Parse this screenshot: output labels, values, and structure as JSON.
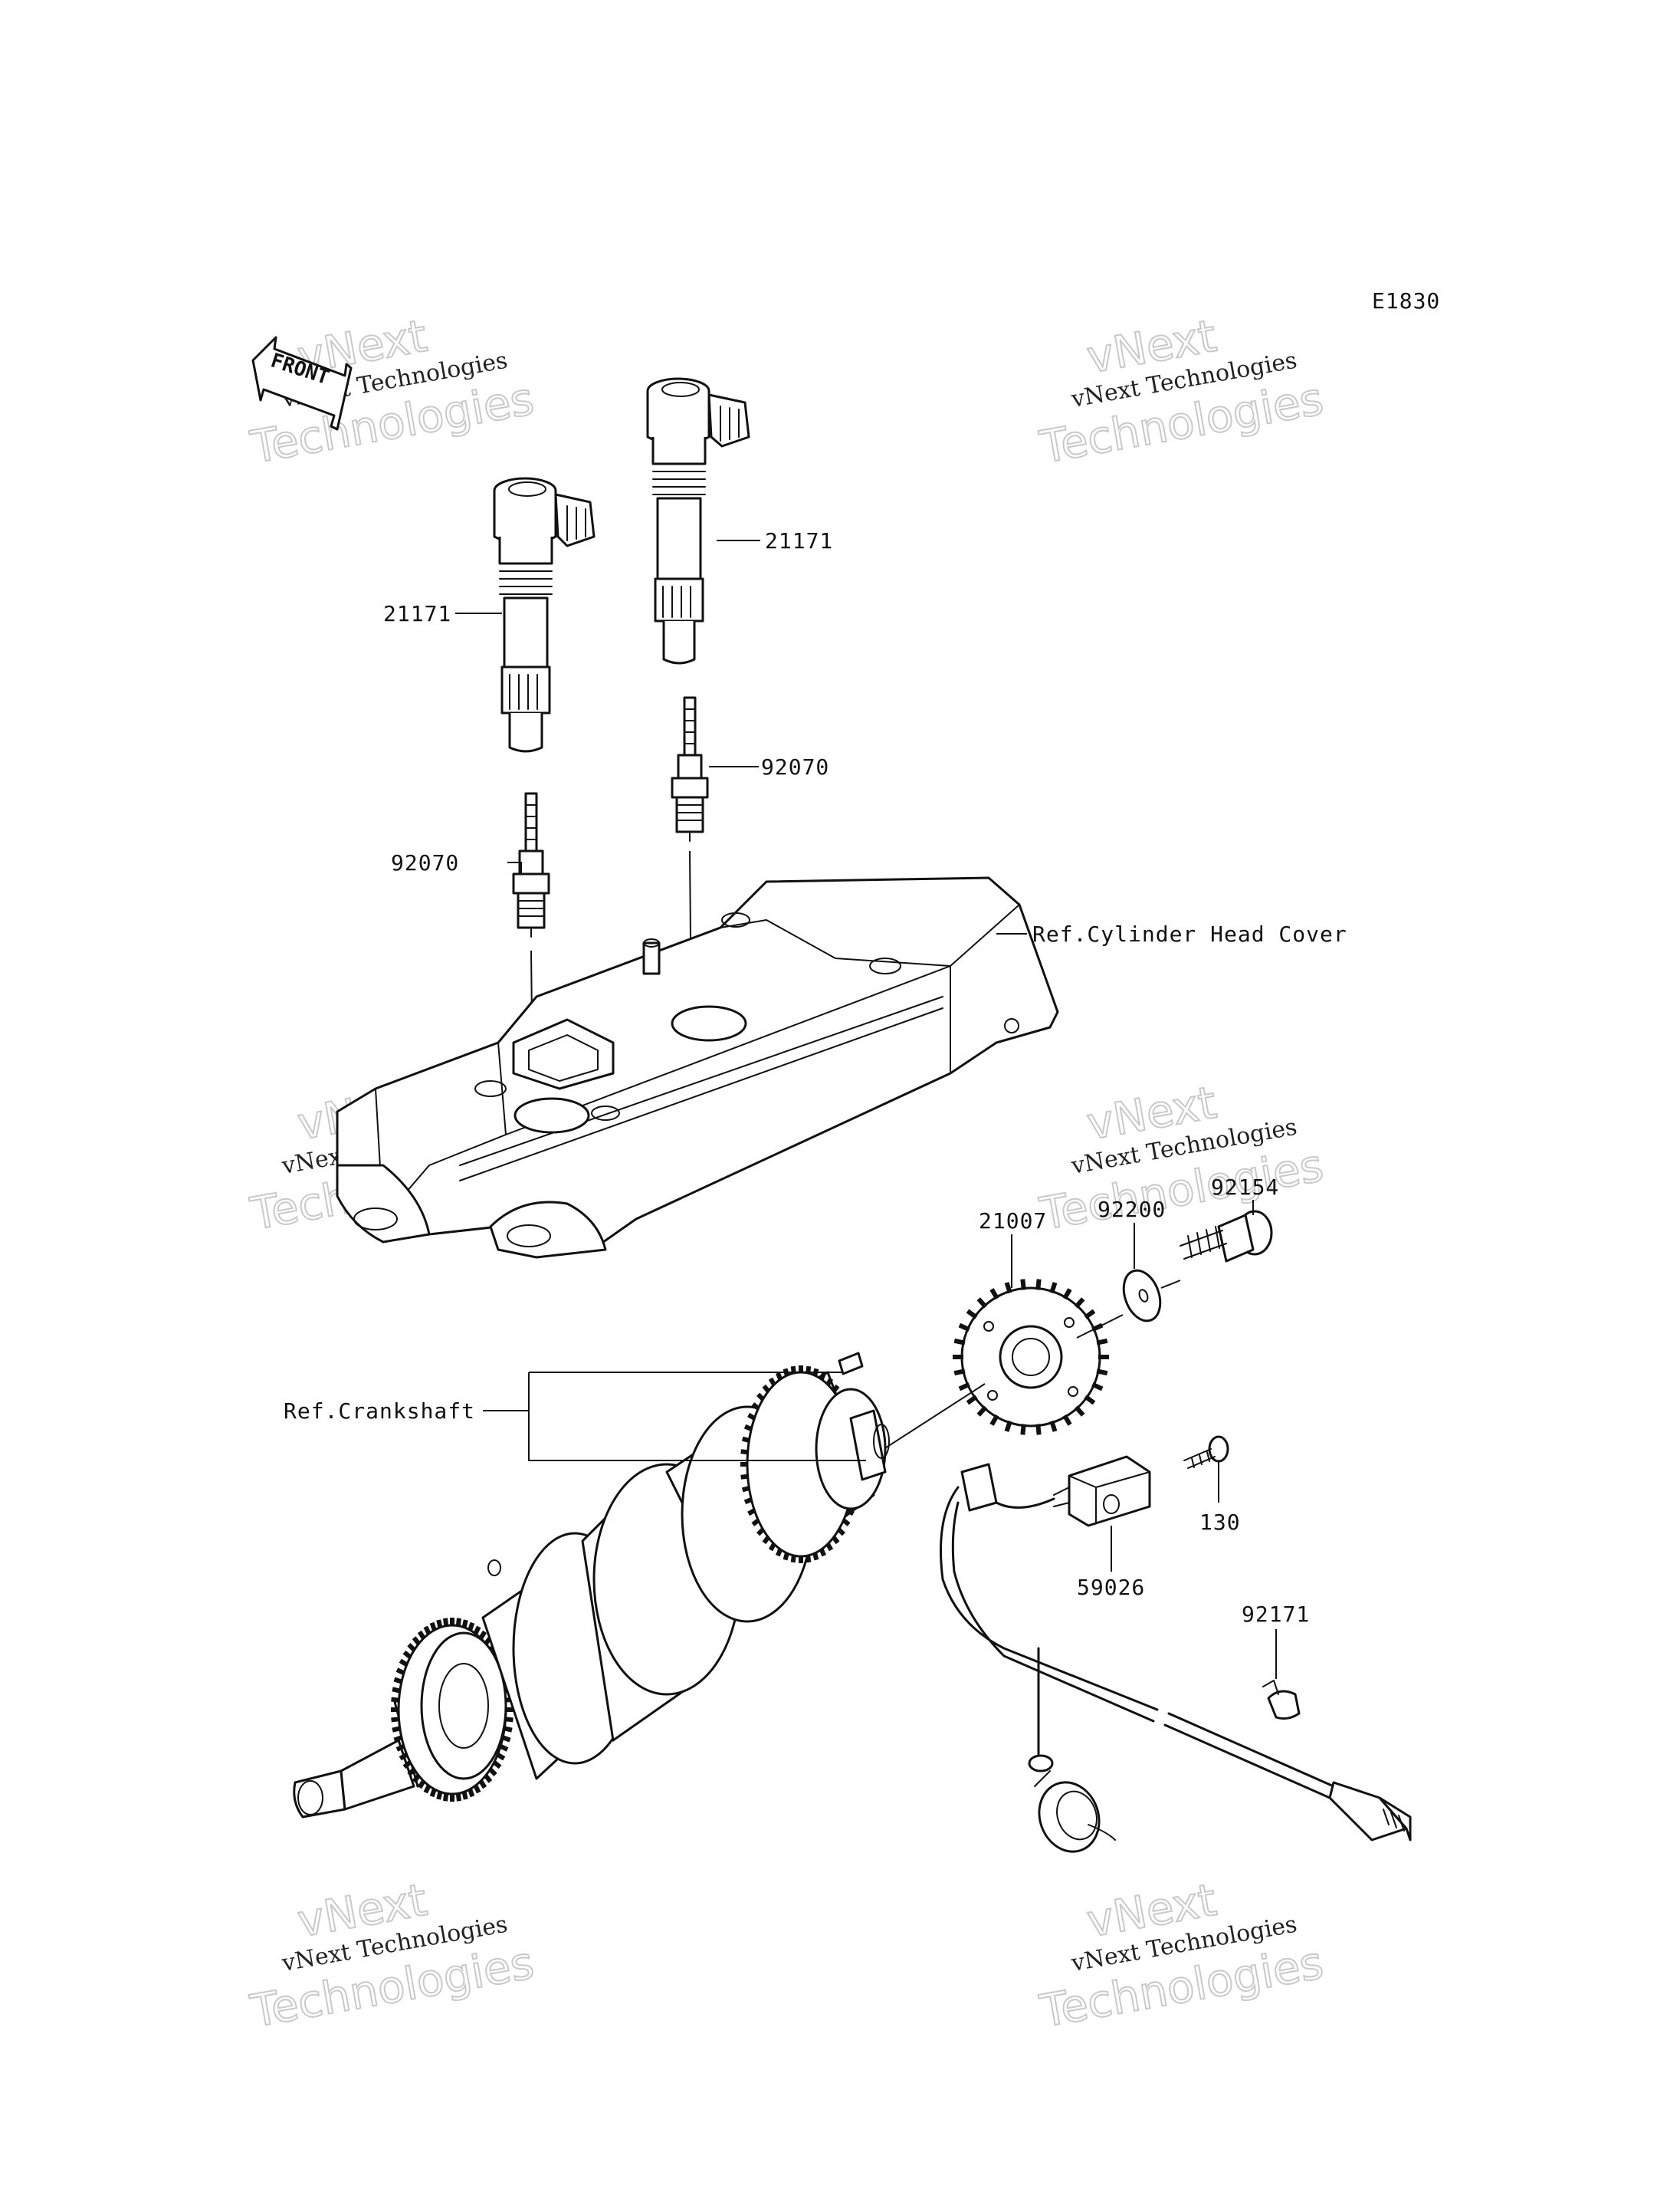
{
  "diagram_code": "E1830",
  "front_arrow_label": "FRONT",
  "watermark": {
    "line1": "vNext",
    "line2": "vNext Technologies",
    "line3": "Technologies"
  },
  "callouts": {
    "coil_left": "21171",
    "coil_right": "21171",
    "plug_left": "92070",
    "plug_right": "92070",
    "head_cover_ref": "Ref.Cylinder Head Cover",
    "bolt_top": "92154",
    "washer": "92200",
    "rotor": "21007",
    "crank_ref": "Ref.Crankshaft",
    "sensor_bolt": "130",
    "sensor": "59026",
    "clamp": "92171"
  }
}
